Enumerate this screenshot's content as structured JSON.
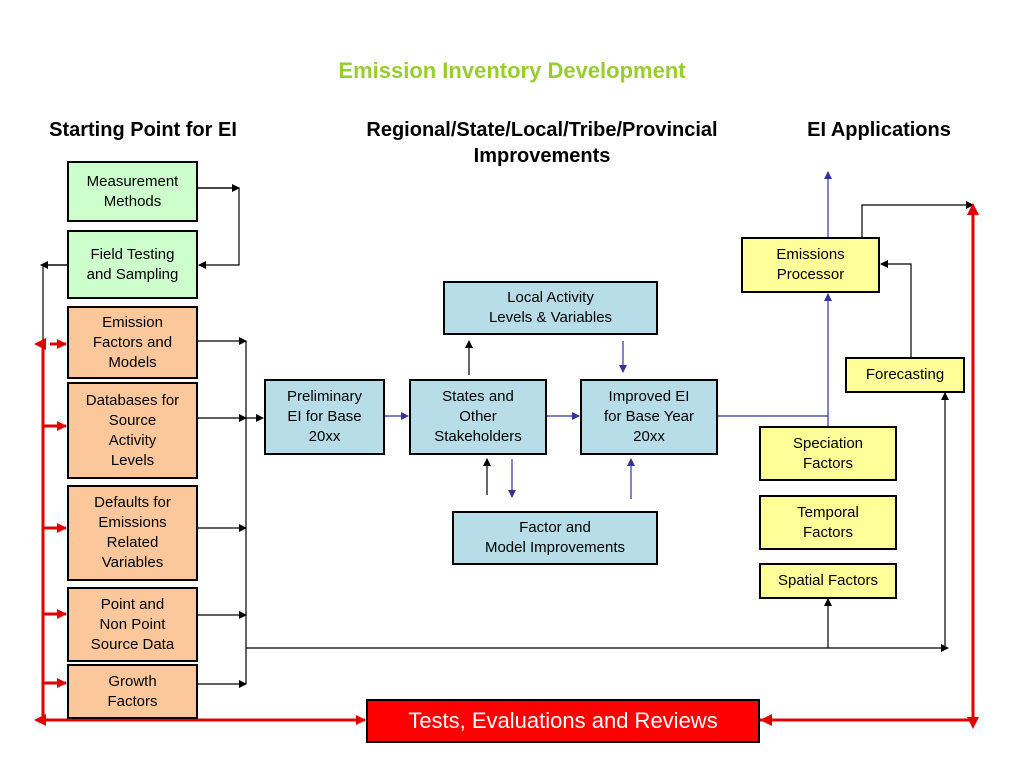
{
  "title": "Emission Inventory Development",
  "headers": {
    "start": "Starting Point for EI",
    "regional": "Regional/State/Local/Tribe/Provincial\nImprovements",
    "applications": "EI Applications"
  },
  "boxes": {
    "measurement": "Measurement\nMethods",
    "field_testing": "Field Testing\nand Sampling",
    "emission_factors": "Emission\nFactors and\nModels",
    "databases": "Databases for\nSource\nActivity\nLevels",
    "defaults": "Defaults for\nEmissions\nRelated\nVariables",
    "point_source": "Point and\nNon Point\nSource Data",
    "growth": "Growth\nFactors",
    "preliminary": "Preliminary\nEI for Base\n20xx",
    "states": "States and\nOther\nStakeholders",
    "improved": "Improved EI\nfor Base Year\n20xx",
    "local_activity": "Local Activity\nLevels & Variables",
    "factor_model": "Factor and\nModel Improvements",
    "emissions_processor": "Emissions\nProcessor",
    "forecasting": "Forecasting",
    "speciation": "Speciation\nFactors",
    "temporal": "Temporal\nFactors",
    "spatial": "Spatial Factors",
    "tests": "Tests, Evaluations and Reviews"
  },
  "colors": {
    "title": "#99cc33",
    "green_box": "#ccffcc",
    "orange_box": "#fcc89b",
    "blue_box": "#b7dde8",
    "yellow_box": "#ffff99",
    "red_box": "#ff0000",
    "red_arrow": "#e00000",
    "blue_arrow": "#333399"
  }
}
